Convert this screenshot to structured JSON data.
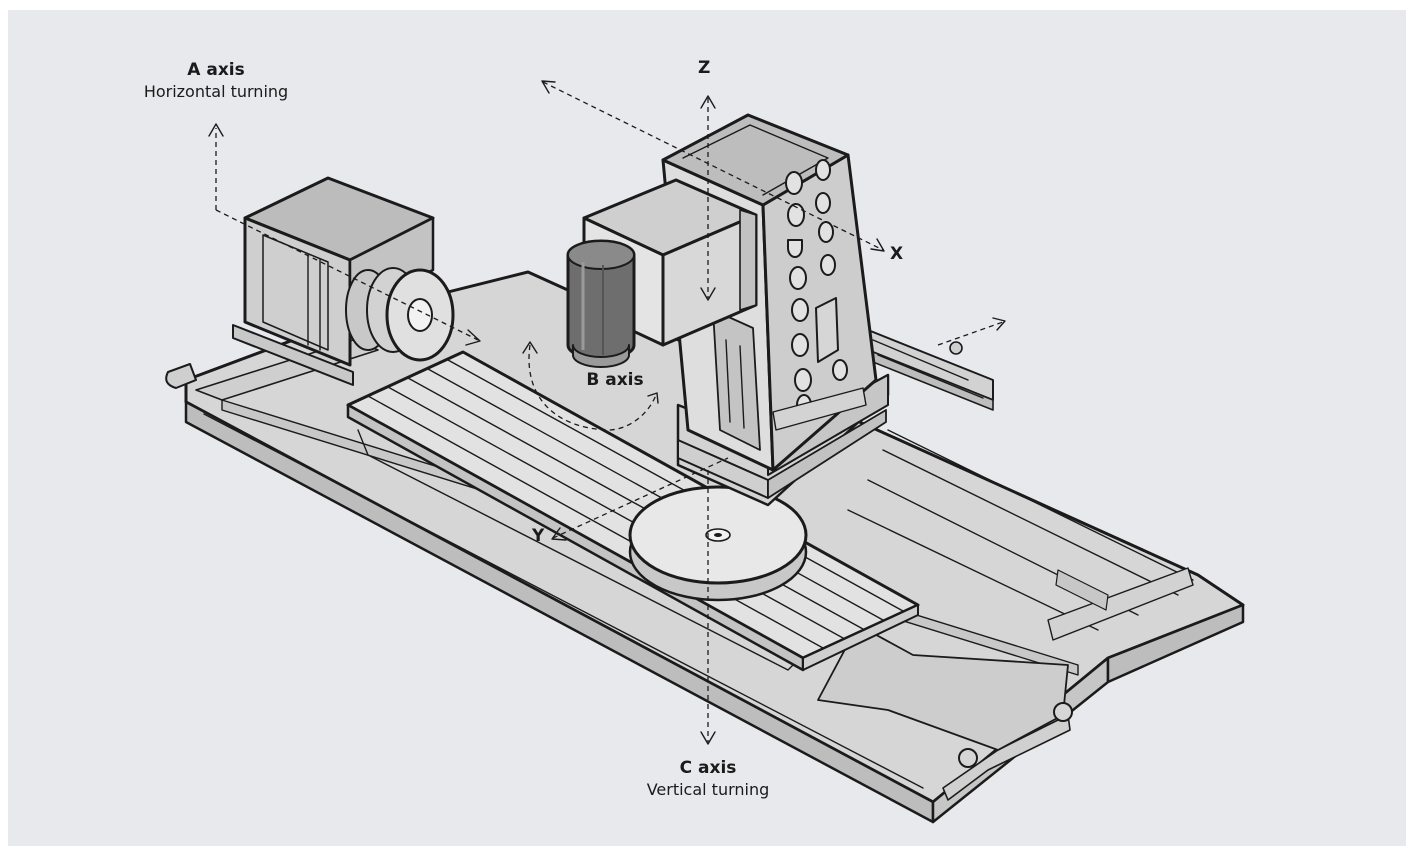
{
  "colors": {
    "background": "#e8e9ec",
    "body_light": "#dcdcdc",
    "body_mid": "#cfcfcf",
    "body_dark": "#bdbdbd",
    "spindle_dark": "#6e6e6e",
    "ink": "#1b1b1b"
  },
  "labels": {
    "a_axis": {
      "title": "A axis",
      "subtitle": "Horizontal turning"
    },
    "b_axis": {
      "title": "B axis"
    },
    "c_axis": {
      "title": "C axis",
      "subtitle": "Vertical turning"
    },
    "x": "X",
    "y": "Y",
    "z": "Z"
  }
}
